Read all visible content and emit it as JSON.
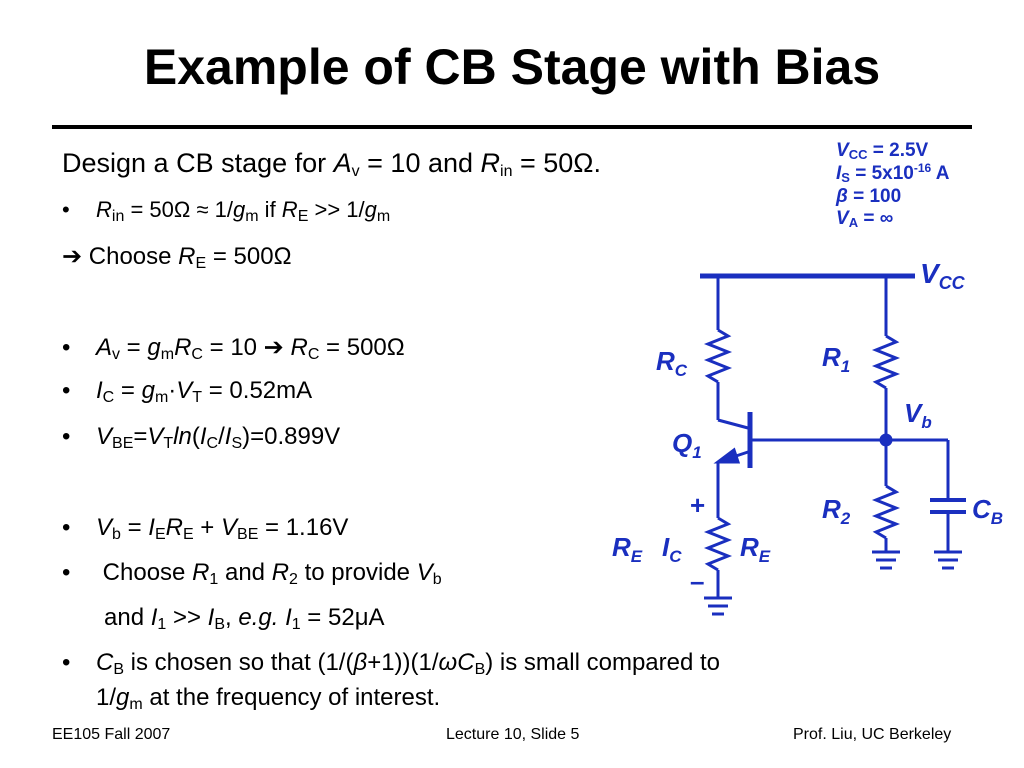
{
  "title": "Example of CB Stage with Bias",
  "intro": {
    "text": "Design a CB stage for ",
    "av": "A",
    "av_sub": "v",
    "mid": " = 10 and ",
    "rin": "R",
    "rin_sub": "in",
    "end": " = 50Ω."
  },
  "bullets": [
    {
      "bullet": "•",
      "a": "R",
      "a_sub": "in",
      "b": " = 50Ω ≈ 1/",
      "g": "g",
      "g_sub": "m",
      "c": " if ",
      "r": "R",
      "r_sub": "E",
      "d": " >> 1/",
      "g2": "g",
      "g2_sub": "m"
    },
    {
      "bullet": "➔",
      "a": " Choose ",
      "r": "R",
      "r_sub": "E",
      "b": " = 500Ω"
    },
    {
      "bullet": "•",
      "a": "A",
      "a_sub": "v",
      "b": " = ",
      "g": "g",
      "g_sub": "m",
      "r": "R",
      "r_sub": "C",
      "c": " = 10 ➔ ",
      "r2": "R",
      "r2_sub": "C",
      "d": " = 500Ω"
    },
    {
      "bullet": "•",
      "a": "I",
      "a_sub": "C",
      "b": " = ",
      "g": "g",
      "g_sub": "m",
      "c": "·",
      "v": "V",
      "v_sub": "T",
      "d": " = 0.52mA"
    },
    {
      "bullet": "•",
      "a": "V",
      "a_sub": "BE",
      "b": "=",
      "v": "V",
      "v_sub": "T",
      "ln": "ln",
      "c": "(",
      "i": "I",
      "i_sub": "C",
      "d": "/",
      "i2": "I",
      "i2_sub": "S",
      "e": ")=0.899V"
    },
    {
      "bullet": "•",
      "a": "V",
      "a_sub": "b",
      "b": " = ",
      "i": "I",
      "i_sub": "E",
      "r": "R",
      "r_sub": "E",
      "c": " + ",
      "v": "V",
      "v_sub": "BE",
      "d": " = 1.16V"
    },
    {
      "bullet": "•",
      "a": " Choose ",
      "r": "R",
      "r_sub": "1",
      "b": " and ",
      "r2": "R",
      "r2_sub": "2",
      "c": " to provide ",
      "v": "V",
      "v_sub": "b"
    },
    {
      "a": " and ",
      "i": "I",
      "i_sub": "1",
      "b": " >> ",
      "i2": "I",
      "i2_sub": "B",
      "c": ", ",
      "eg": "e.g.",
      "d": " ",
      "i3": "I",
      "i3_sub": "1",
      "e": " = 52μA"
    },
    {
      "bullet": "•",
      "a": "C",
      "a_sub": "B",
      "b": " is chosen so that  (1/(",
      "beta": "β",
      "c": "+1))(1/",
      "omega": "ω",
      "cb": "C",
      "cb_sub": "B",
      "d": ") is small compared to"
    },
    {
      "a": "1/",
      "g": "g",
      "g_sub": "m",
      "b": " at the frequency of interest."
    }
  ],
  "params": {
    "vcc": "V",
    "vcc_sub": "CC",
    "vcc_val": " = 2.5V",
    "is": "I",
    "is_sub": "S",
    "is_val": " = 5x10",
    "is_exp": "-16",
    "is_unit": " A",
    "beta": "β",
    "beta_val": " = 100",
    "va": "V",
    "va_sub": "A",
    "va_val": " = ∞"
  },
  "circuit": {
    "vcc_label": "V",
    "vcc_sub": "CC",
    "rc": "R",
    "rc_sub": "C",
    "r1": "R",
    "r1_sub": "1",
    "vb": "V",
    "vb_sub": "b",
    "q1": "Q",
    "q1_sub": "1",
    "r2": "R",
    "r2_sub": "2",
    "cb": "C",
    "cb_sub": "B",
    "re_left": "R",
    "re_left_sub": "E",
    "ic": "I",
    "ic_sub": "C",
    "re_right": "R",
    "re_right_sub": "E",
    "plus": "+",
    "minus": "–"
  },
  "footer": {
    "left": "EE105 Fall 2007",
    "center": "Lecture 10, Slide 5",
    "right": "Prof. Liu, UC Berkeley"
  },
  "colors": {
    "circuit": "#1a2fbf",
    "params": "#1a2fbf",
    "text": "#000000"
  }
}
